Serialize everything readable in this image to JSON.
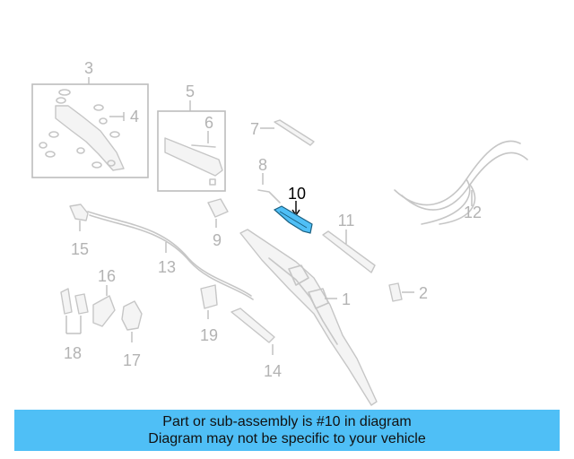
{
  "callouts": {
    "c1": "1",
    "c2": "2",
    "c3": "3",
    "c4": "4",
    "c5": "5",
    "c6": "6",
    "c7": "7",
    "c8": "8",
    "c9": "9",
    "c10": "10",
    "c11": "11",
    "c12": "12",
    "c13": "13",
    "c14": "14",
    "c15": "15",
    "c16": "16",
    "c17": "17",
    "c18": "18",
    "c19": "19"
  },
  "highlight_color": "#4fbff6",
  "banner": {
    "line1": "Part or sub-assembly is #10 in diagram",
    "line2": "Diagram may not be specific to your vehicle",
    "background": "#4fbff6"
  }
}
